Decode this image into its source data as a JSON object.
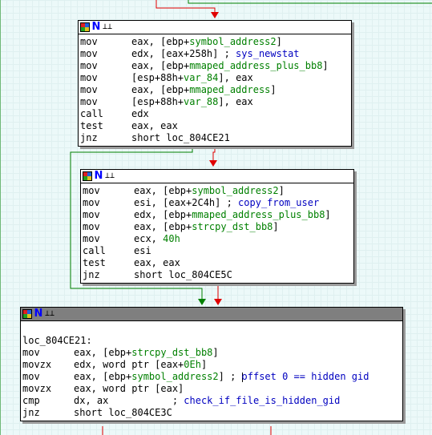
{
  "icons": {
    "node_icon_1": "colored-grid",
    "node_icon_2": "N",
    "node_icon_3": "graph"
  },
  "colors": {
    "edge_true": "#008000",
    "edge_false": "#e00000",
    "edge_flow": "#008000"
  },
  "blocks": [
    {
      "lines": [
        {
          "m": "mov",
          "a": "eax, [ebp+",
          "s": "symbol_address2",
          "b": "]",
          "c": ""
        },
        {
          "m": "mov",
          "a": "edx, [eax+258h] ; ",
          "s": "",
          "b": "",
          "c": "sys_newstat"
        },
        {
          "m": "mov",
          "a": "eax, [ebp+",
          "s": "mmaped_address_plus_bb8",
          "b": "]",
          "c": ""
        },
        {
          "m": "mov",
          "a": "[esp+88h+",
          "s": "var_84",
          "b": "], eax",
          "c": ""
        },
        {
          "m": "mov",
          "a": "eax, [ebp+",
          "s": "mmaped_address",
          "b": "]",
          "c": ""
        },
        {
          "m": "mov",
          "a": "[esp+88h+",
          "s": "var_88",
          "b": "], eax",
          "c": ""
        },
        {
          "m": "call",
          "a": "edx",
          "s": "",
          "b": "",
          "c": ""
        },
        {
          "m": "test",
          "a": "eax, eax",
          "s": "",
          "b": "",
          "c": ""
        },
        {
          "m": "jnz",
          "a": "short loc_804CE21",
          "s": "",
          "b": "",
          "c": ""
        }
      ]
    },
    {
      "lines": [
        {
          "m": "mov",
          "a": "eax, [ebp+",
          "s": "symbol_address2",
          "b": "]",
          "c": ""
        },
        {
          "m": "mov",
          "a": "esi, [eax+2C4h] ; ",
          "s": "",
          "b": "",
          "c": "copy_from_user"
        },
        {
          "m": "mov",
          "a": "edx, [ebp+",
          "s": "mmaped_address_plus_bb8",
          "b": "]",
          "c": ""
        },
        {
          "m": "mov",
          "a": "eax, [ebp+",
          "s": "strcpy_dst_bb8",
          "b": "]",
          "c": ""
        },
        {
          "m": "mov",
          "a": "ecx, ",
          "s": "40h",
          "b": "",
          "c": ""
        },
        {
          "m": "call",
          "a": "esi",
          "s": "",
          "b": "",
          "c": ""
        },
        {
          "m": "test",
          "a": "eax, eax",
          "s": "",
          "b": "",
          "c": ""
        },
        {
          "m": "jnz",
          "a": "short loc_804CE5C",
          "s": "",
          "b": "",
          "c": ""
        }
      ]
    },
    {
      "label": "loc_804CE21:",
      "lines": [
        {
          "m": "mov",
          "a": "eax, [ebp+",
          "s": "strcpy_dst_bb8",
          "b": "]",
          "c": ""
        },
        {
          "m": "movzx",
          "a": "edx, word ptr [eax+",
          "s": "0Eh",
          "b": "]",
          "c": ""
        },
        {
          "m": "mov",
          "a": "eax, [ebp+",
          "s": "symbol_address2",
          "b": "] ; ",
          "c": "offset 0 == hidden gid",
          "caret": true
        },
        {
          "m": "movzx",
          "a": "eax, word ptr [eax]",
          "s": "",
          "b": "",
          "c": ""
        },
        {
          "m": "cmp",
          "a": "dx, ax           ; ",
          "s": "",
          "b": "",
          "c": "check_if_file_is_hidden_gid"
        },
        {
          "m": "jnz",
          "a": "short loc_804CE3C",
          "s": "",
          "b": "",
          "c": ""
        }
      ]
    }
  ]
}
